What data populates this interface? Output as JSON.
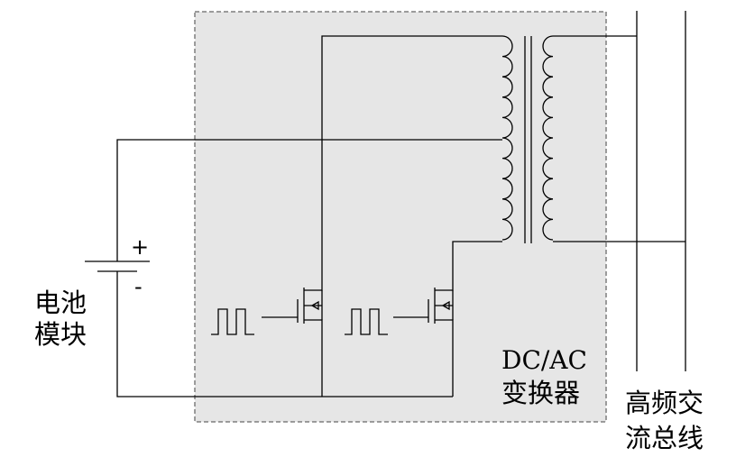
{
  "battery": {
    "plus_sign": "+",
    "minus_sign": "-",
    "label_line1": "电池",
    "label_line2": "模块"
  },
  "converter": {
    "label_line1": "DC/AC",
    "label_line2": "变换器"
  },
  "bus": {
    "label_line1": "高频交",
    "label_line2": "流总线"
  },
  "colors": {
    "converter_fill": "#e6e6e6",
    "converter_border": "#7f7f7f",
    "wire": "#000000"
  }
}
